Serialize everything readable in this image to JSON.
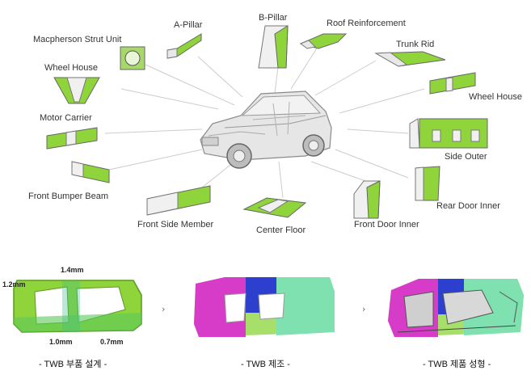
{
  "parts": [
    {
      "id": "macpherson",
      "label": "Macpherson Strut Unit"
    },
    {
      "id": "a-pillar",
      "label": "A-Pillar"
    },
    {
      "id": "b-pillar",
      "label": "B-Pillar"
    },
    {
      "id": "roof-reinforcement",
      "label": "Roof Reinforcement"
    },
    {
      "id": "trunk-rid",
      "label": "Trunk Rid"
    },
    {
      "id": "wheel-house-left",
      "label": "Wheel House"
    },
    {
      "id": "wheel-house-right",
      "label": "Wheel House"
    },
    {
      "id": "motor-carrier",
      "label": "Motor Carrier"
    },
    {
      "id": "side-outer",
      "label": "Side Outer"
    },
    {
      "id": "front-bumper-beam",
      "label": "Front Bumper Beam"
    },
    {
      "id": "rear-door-inner",
      "label": "Rear Door Inner"
    },
    {
      "id": "front-side-member",
      "label": "Front Side Member"
    },
    {
      "id": "center-floor",
      "label": "Center Floor"
    },
    {
      "id": "front-door-inner",
      "label": "Front Door Inner"
    }
  ],
  "process": {
    "steps": [
      {
        "caption": "- TWB 부품 설계 -"
      },
      {
        "caption": "- TWB 제조 -"
      },
      {
        "caption": "- TWB 제품 성형 -"
      }
    ],
    "thickness": {
      "t1": "1.2mm",
      "t2": "1.4mm",
      "t3": "1.0mm",
      "t4": "0.7mm"
    },
    "arrow": "›"
  },
  "colors": {
    "part_green": "#8fd43a",
    "magenta": "#d63cc8",
    "blue": "#2c3fcf",
    "mint": "#7fe0b0",
    "light_green": "#a6e06a"
  }
}
